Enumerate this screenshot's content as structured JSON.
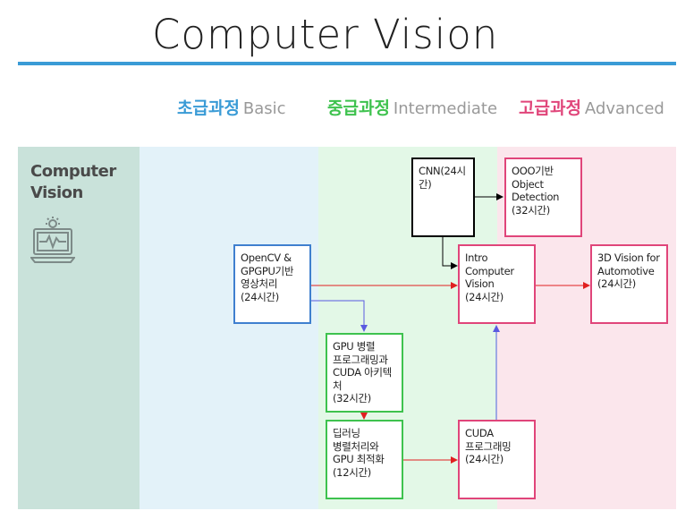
{
  "title": "Computer Vision",
  "colors": {
    "title_rule": "#3a9bd6",
    "basic": "#3a9bd6",
    "intermediate": "#3ec24e",
    "advanced": "#e0457a",
    "basic_band": "#e3f2f9",
    "intermediate_band": "#e3f8e7",
    "advanced_band": "#fbe6ec",
    "side_band": "#c9e2da"
  },
  "levels": [
    {
      "ko": "초급과정",
      "en": "Basic"
    },
    {
      "ko": "중급과정",
      "en": "Intermediate"
    },
    {
      "ko": "고급과정",
      "en": "Advanced"
    }
  ],
  "sidebar": {
    "title_line1": "Computer",
    "title_line2": "Vision",
    "icon": "monitor-waveform-icon"
  },
  "courses": {
    "opencv": "OpenCV &\nGPGPU기반\n영상처리\n(24시간)",
    "gpu_parallel": "GPU 병렬\n프로그래밍과\nCUDA 아키텍처\n(32시간)",
    "deep_learning": "딥러닝\n병렬처리와\nGPU 최적화\n(12시간)",
    "cnn": "CNN(24시간)",
    "intro_cv": "Intro\nComputer\nVision\n(24시간)",
    "cuda_prog": "CUDA\n프로그래밍\n(24시간)",
    "ooo_detection": "OOO기반\nObject\nDetection\n(32시간)",
    "vision_auto": "3D Vision for\nAutomotive\n(24시간)"
  }
}
